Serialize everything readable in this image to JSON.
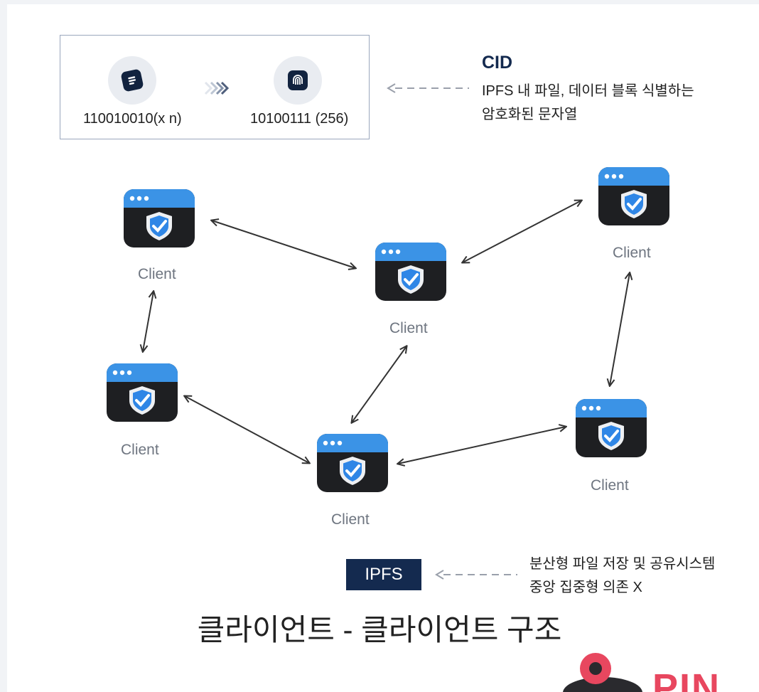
{
  "cid_box": {
    "left_value": "110010010(x n)",
    "right_value": "10100111 (256)",
    "left_icon": "file-icon",
    "right_icon": "fingerprint-icon",
    "arrow_icon": "chevron-arrows-icon"
  },
  "cid_note": {
    "title": "CID",
    "line1": "IPFS 내 파일, 데이터 블록 식별하는",
    "line2": "암호화된 문자열"
  },
  "clients": [
    {
      "label": "Client"
    },
    {
      "label": "Client"
    },
    {
      "label": "Client"
    },
    {
      "label": "Client"
    },
    {
      "label": "Client"
    },
    {
      "label": "Client"
    }
  ],
  "ipfs": {
    "badge": "IPFS",
    "line1": "분산형 파일 저장 및 공유시스템",
    "line2": "중앙 집중형 의존 X"
  },
  "diagram_title": "클라이언트 - 클라이언트 구조",
  "logo": {
    "text": "PIN"
  },
  "colors": {
    "navy": "#142a4f",
    "window_blue": "#3b93e6",
    "window_body": "#1e1f22",
    "logo_pink": "#e8475f"
  }
}
